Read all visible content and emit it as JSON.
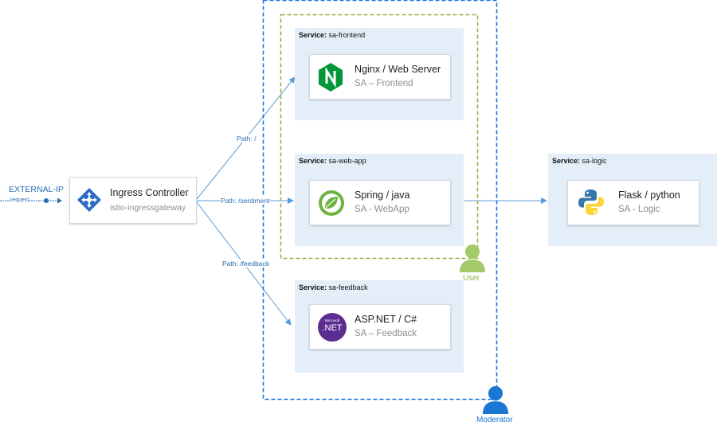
{
  "external": {
    "title": "EXTERNAL-IP",
    "request_label": "request"
  },
  "ingress": {
    "name": "Ingress Controller",
    "sub": "istio-ingressgateway",
    "icon": "kubernetes-icon"
  },
  "paths": {
    "root": "Path: /",
    "sentiment": "Path: /sentiment",
    "feedback": "Path: /feedback"
  },
  "services": {
    "frontend": {
      "prefix": "Service:",
      "name": "sa-frontend",
      "card_name": "Nginx / Web Server",
      "card_sub": "SA – Frontend",
      "icon": "nginx-icon"
    },
    "webapp": {
      "prefix": "Service:",
      "name": "sa-web-app",
      "card_name": "Spring / java",
      "card_sub": "SA - WebApp",
      "icon": "spring-icon"
    },
    "feedback": {
      "prefix": "Service:",
      "name": "sa-feedback",
      "card_name": "ASP.NET / C#",
      "card_sub": "SA – Feedback",
      "icon": "dotnet-icon"
    },
    "logic": {
      "prefix": "Service:",
      "name": "sa-logic",
      "card_name": "Flask / python",
      "card_sub": "SA - Logic",
      "icon": "python-icon"
    }
  },
  "dotnet_badge": {
    "small": "Microsoft",
    "big": ".NET"
  },
  "roles": {
    "user": "User",
    "moderator": "Moderator"
  },
  "colors": {
    "blue": "#1a73e8",
    "green": "#8fb445",
    "line": "#5b9bd5",
    "service_bg": "#e3eef9",
    "user": "#a4c969",
    "moderator": "#1976d2"
  }
}
